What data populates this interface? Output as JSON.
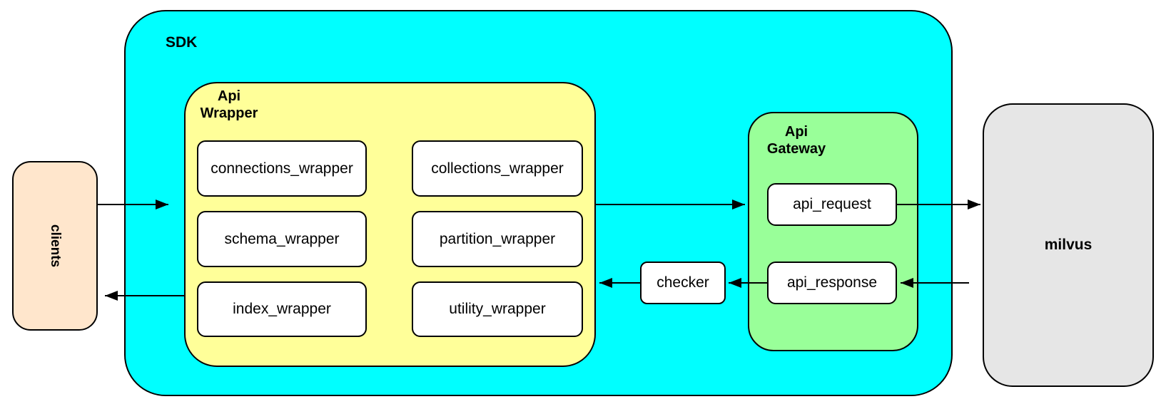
{
  "colors": {
    "sdk_fill": "#00FFFF",
    "api_wrapper_fill": "#FFFF99",
    "api_gateway_fill": "#99FF99",
    "clients_fill": "#FFE6CC",
    "milvus_fill": "#E6E6E6",
    "module_fill": "#FFFFFF",
    "stroke": "#000000"
  },
  "nodes": {
    "clients": {
      "label": "clients"
    },
    "sdk": {
      "label": "SDK",
      "api_wrapper": {
        "label_lines": [
          "Api",
          "Wrapper"
        ],
        "modules": [
          {
            "label": "connections_wrapper"
          },
          {
            "label": "collections_wrapper"
          },
          {
            "label": "schema_wrapper"
          },
          {
            "label": "partition_wrapper"
          },
          {
            "label": "index_wrapper"
          },
          {
            "label": "utility_wrapper"
          }
        ]
      },
      "checker": {
        "label": "checker"
      },
      "api_gateway": {
        "label_lines": [
          "Api",
          "Gateway"
        ],
        "api_request": {
          "label": "api_request"
        },
        "api_response": {
          "label": "api_response"
        }
      }
    },
    "milvus": {
      "label": "milvus"
    }
  },
  "edges": [
    {
      "from": "clients",
      "to": "sdk"
    },
    {
      "from": "api_wrapper",
      "to": "api_gateway"
    },
    {
      "from": "api_request",
      "to": "milvus"
    },
    {
      "from": "milvus",
      "to": "api_response"
    },
    {
      "from": "api_response",
      "to": "checker"
    },
    {
      "from": "checker",
      "to": "api_wrapper"
    },
    {
      "from": "api_wrapper",
      "to": "clients"
    }
  ]
}
